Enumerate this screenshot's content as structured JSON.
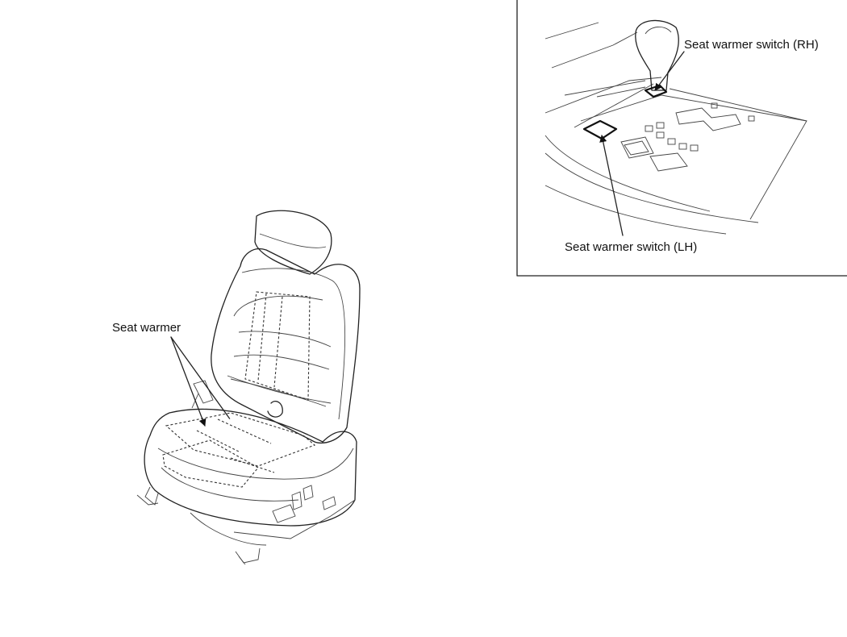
{
  "labels": {
    "seat_warmer": "Seat warmer",
    "switch_rh": "Seat warmer switch (RH)",
    "switch_lh": "Seat warmer switch (LH)"
  }
}
